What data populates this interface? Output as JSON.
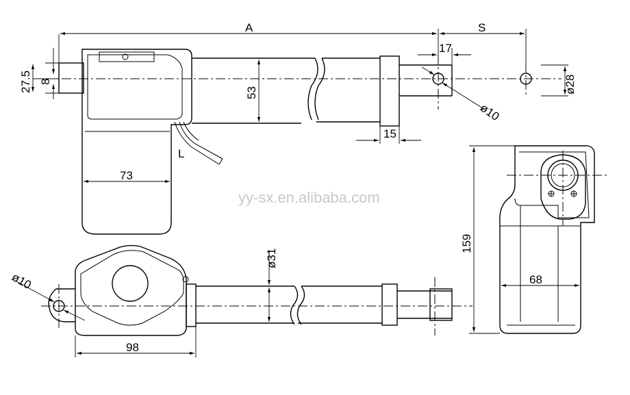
{
  "watermark": "yy-sx.en.alibaba.com",
  "top_view": {
    "dim_a": "A",
    "dim_s": "S",
    "dim_17": "17",
    "dim_27_5": "27.5",
    "dim_8": "8",
    "dim_53": "53",
    "dim_28": "ø28",
    "dim_10": "ø10",
    "dim_15": "15",
    "dim_73": "73",
    "dim_l": "L"
  },
  "bottom_view": {
    "dim_10": "ø10",
    "dim_31": "ø31",
    "dim_98": "98"
  },
  "end_view": {
    "dim_159": "159",
    "dim_68": "68"
  }
}
